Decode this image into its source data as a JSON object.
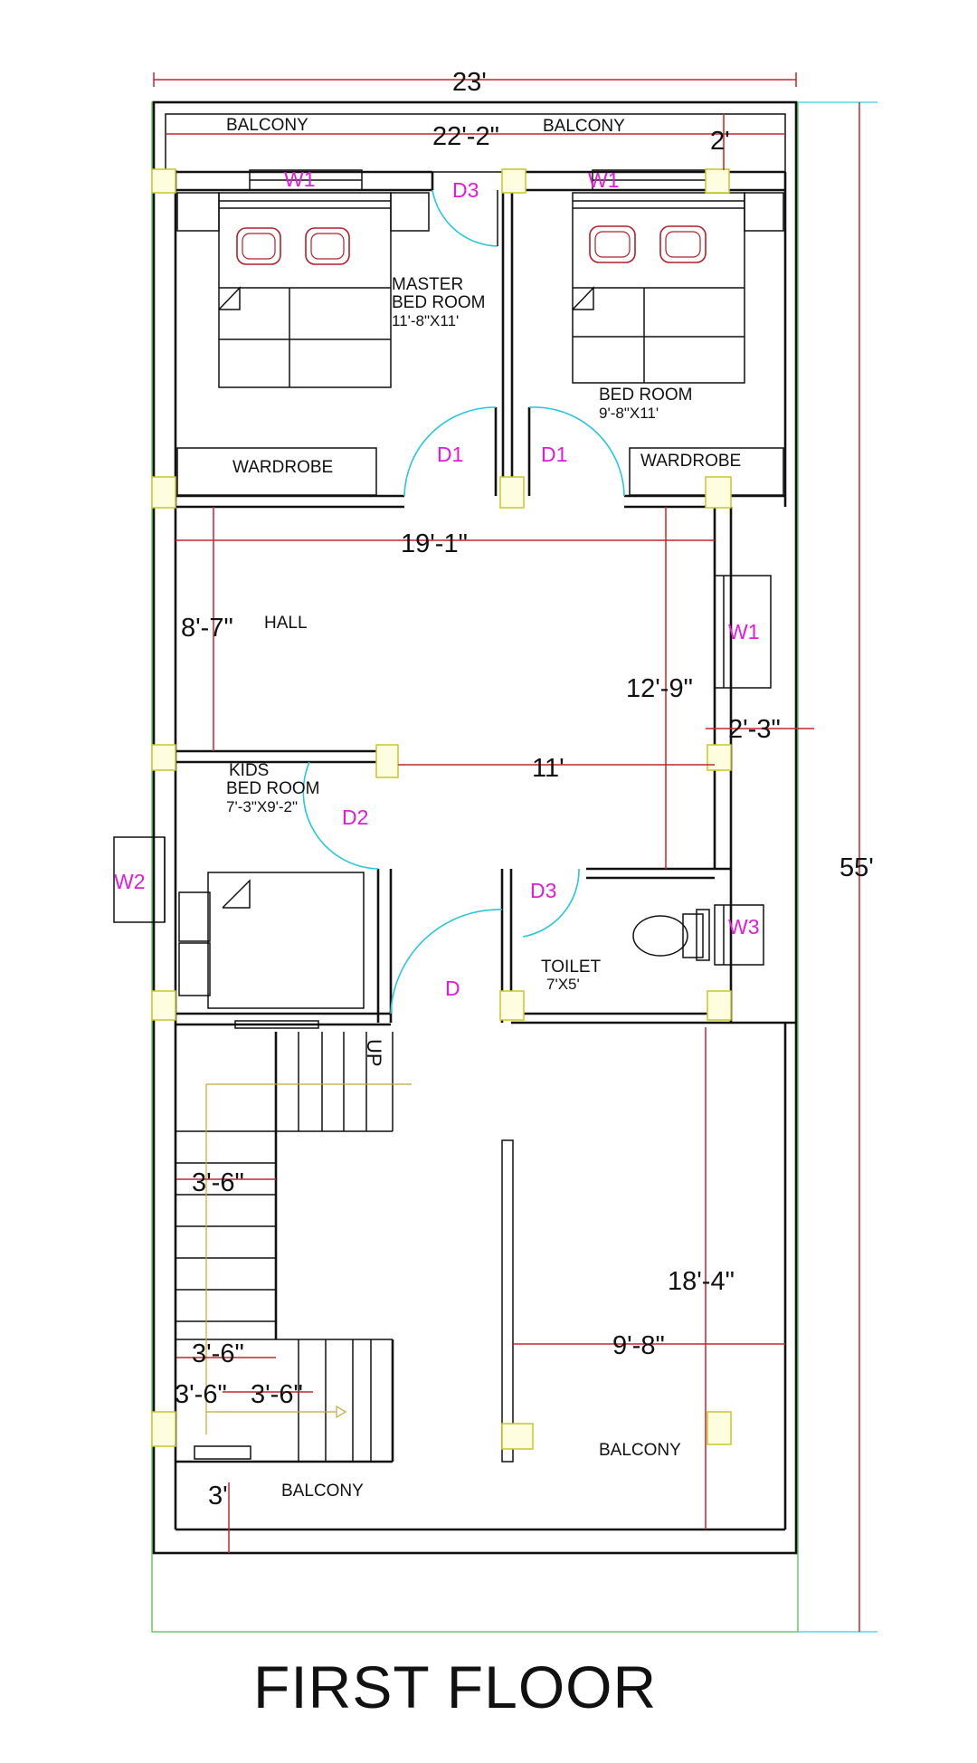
{
  "title": "FIRST FLOOR",
  "rooms": {
    "balcony_top_left": "BALCONY",
    "balcony_top_right": "BALCONY",
    "master_line1": "MASTER",
    "master_line2": "BED ROOM",
    "master_size": "11'-8\"X11'",
    "bed_line1": "BED ROOM",
    "bed_size": "9'-8\"X11'",
    "wardrobe_left": "WARDROBE",
    "wardrobe_right": "WARDROBE",
    "hall": "HALL",
    "kids_line1": "KIDS",
    "kids_line2": "BED ROOM",
    "kids_size": "7'-3\"X9'-2\"",
    "toilet": "TOILET",
    "toilet_size": "7'X5'",
    "up": "UP",
    "balcony_bottom_left": "BALCONY",
    "balcony_bottom_right": "BALCONY"
  },
  "dims": {
    "overall_width": "23'",
    "balcony_width": "22'-2\"",
    "balcony_depth": "2'",
    "hall_width": "19'-1\"",
    "hall_depth": "8'-7\"",
    "right_depth": "12'-9\"",
    "window_offset": "2'-3\"",
    "kids_to_right": "11'",
    "overall_length": "55'",
    "stair_a": "3'-6\"",
    "stair_b": "3'-6\"",
    "stair_c": "3'-6\"",
    "stair_d": "3'-6\"",
    "bottom_balcony_depth": "3'",
    "right_balcony_length": "18'-4\"",
    "right_balcony_width": "9'-8\""
  },
  "openings": {
    "w1_master": "W1",
    "w1_bed": "W1",
    "w1_hall": "W1",
    "w2": "W2",
    "w3": "W3",
    "d3_top": "D3",
    "d3_toilet": "D3",
    "d1_left": "D1",
    "d1_right": "D1",
    "d2": "D2",
    "d": "D"
  }
}
